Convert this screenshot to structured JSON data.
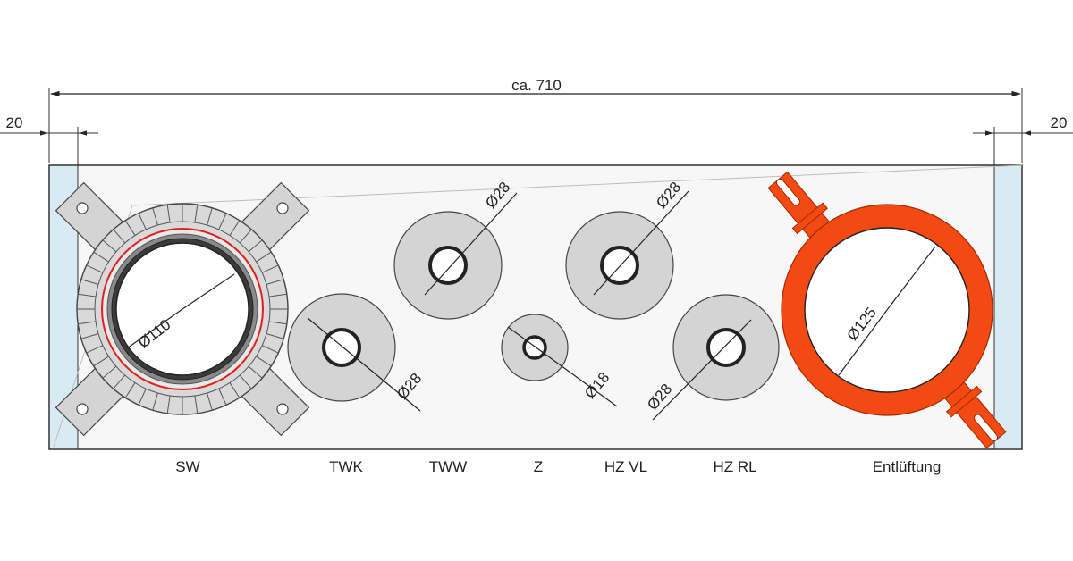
{
  "dimensions": {
    "overall_width": "ca. 710",
    "left_margin": "20",
    "right_margin": "20"
  },
  "openings": [
    {
      "id": "sw",
      "label": "SW",
      "diameter": "Ø110"
    },
    {
      "id": "twk",
      "label": "TWK",
      "diameter": "Ø28"
    },
    {
      "id": "tww",
      "label": "TWW",
      "diameter": "Ø28"
    },
    {
      "id": "z",
      "label": "Z",
      "diameter": "Ø18"
    },
    {
      "id": "hz-vl",
      "label": "HZ VL",
      "diameter": "Ø28"
    },
    {
      "id": "hz-rl",
      "label": "HZ RL",
      "diameter": "Ø28"
    },
    {
      "id": "entlueftung",
      "label": "Entlüftung",
      "diameter": "Ø125"
    }
  ],
  "colors": {
    "line": "#222222",
    "plate_fill": "#f7f7f7",
    "side_strip": "#d8eaf4",
    "sleeve_gray": "#d4d4d4",
    "seal_ring": "#e02020",
    "flange_orange": "#f24a12"
  }
}
